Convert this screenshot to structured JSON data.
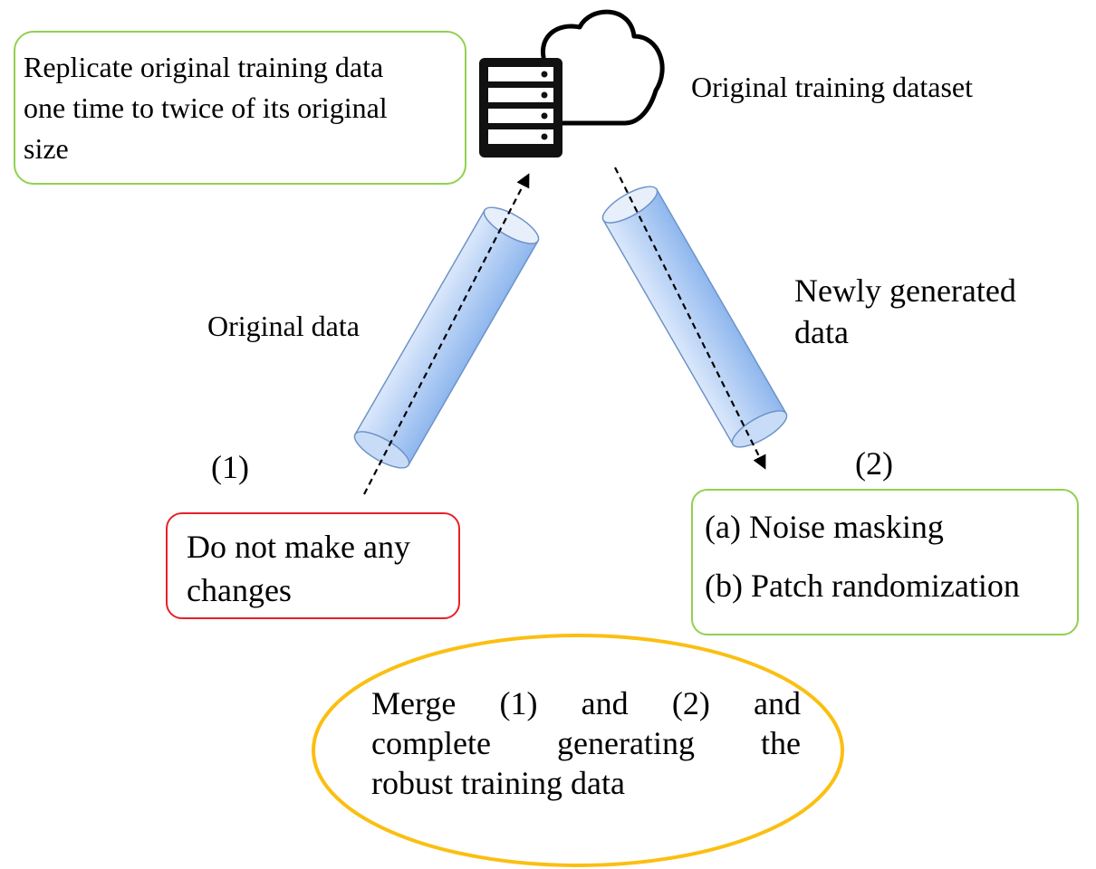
{
  "colors": {
    "green_border": "#92d050",
    "red_border": "#e8202a",
    "ellipse_border": "#fbbf12",
    "cylinder_fill_light": "#dbe8fb",
    "cylinder_fill_dark": "#8fb7ee",
    "cylinder_stroke": "#6e93c8"
  },
  "icons": {
    "server": "server-stack-icon",
    "cloud": "cloud-icon"
  },
  "replicate_box": {
    "line1": "Replicate original training data",
    "line2": "one time to twice of its original",
    "line3": "size"
  },
  "dataset_label": "Original training dataset",
  "original_data_label": "Original data",
  "newly_generated_label": {
    "line1": "Newly generated",
    "line2": "data"
  },
  "step1_label": "(1)",
  "step2_label": "(2)",
  "no_change_box": {
    "line1": "Do not make any",
    "line2": "changes"
  },
  "methods_box": {
    "item_a": "(a) Noise masking",
    "item_b": "(b) Patch randomization"
  },
  "merge_ellipse": {
    "line1": "Merge (1) and (2) and",
    "line2": "complete generating the",
    "line3": "robust training data"
  }
}
